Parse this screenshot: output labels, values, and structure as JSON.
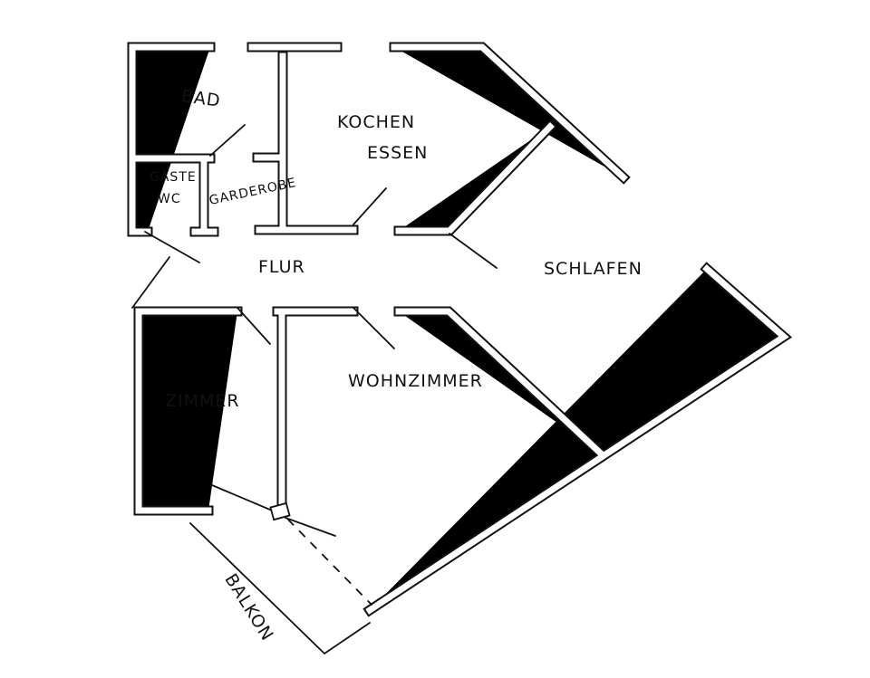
{
  "plan": {
    "rooms": {
      "bad": "BAD",
      "gaeste": "GÄSTE",
      "wc": "WC",
      "garderobe": "GARDEROBE",
      "kochen": "KOCHEN",
      "essen": "ESSEN",
      "flur": "FLUR",
      "schlafen": "SCHLAFEN",
      "zimmer": "ZIMMER",
      "wohnzimmer": "WOHNZIMMER",
      "balkon": "BALKON"
    }
  }
}
